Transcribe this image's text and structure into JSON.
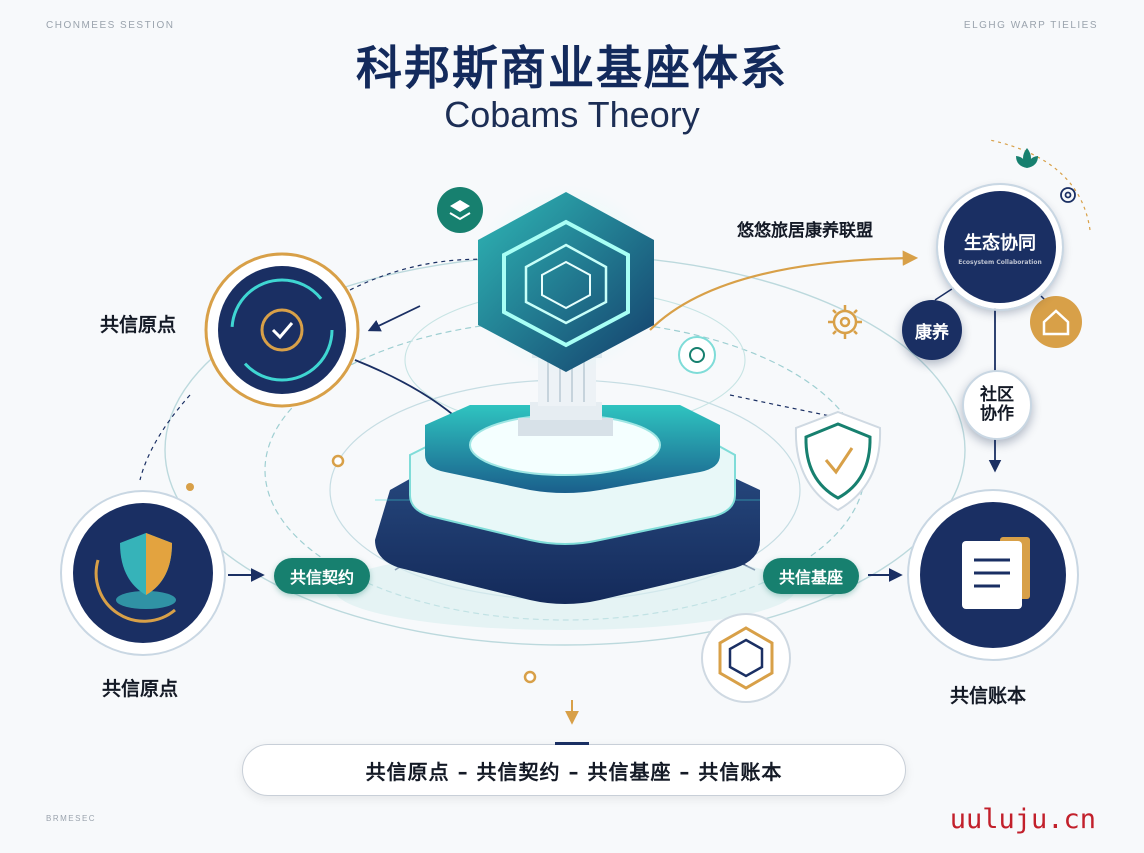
{
  "corners": {
    "top_left": "CHONMEES SESTION",
    "top_right": "ELGHG WARP TIELIES",
    "bottom_left": "BRMESEC"
  },
  "header": {
    "title": "科邦斯商业基座体系",
    "subtitle": "Cobams Theory"
  },
  "labels": {
    "origin_top": "共信原点",
    "origin_left": "共信原点",
    "ledger": "共信账本",
    "alliance": "悠悠旅居康养联盟"
  },
  "pills": {
    "contract": "共信契约",
    "base": "共信基座"
  },
  "nodes": {
    "ecology_title": "生态协同",
    "ecology_sub": "Ecosystem Collaboration",
    "wellness": "康养",
    "community": "社区\n协作"
  },
  "flow": {
    "text": "共信原点 – 共信契约 – 共信基座 – 共信账本"
  },
  "watermark": "uuluju.cn",
  "colors": {
    "navy": "#1a2f63",
    "teal": "#17806f",
    "gold": "#d8a048",
    "cyan": "#3fd6d2"
  }
}
